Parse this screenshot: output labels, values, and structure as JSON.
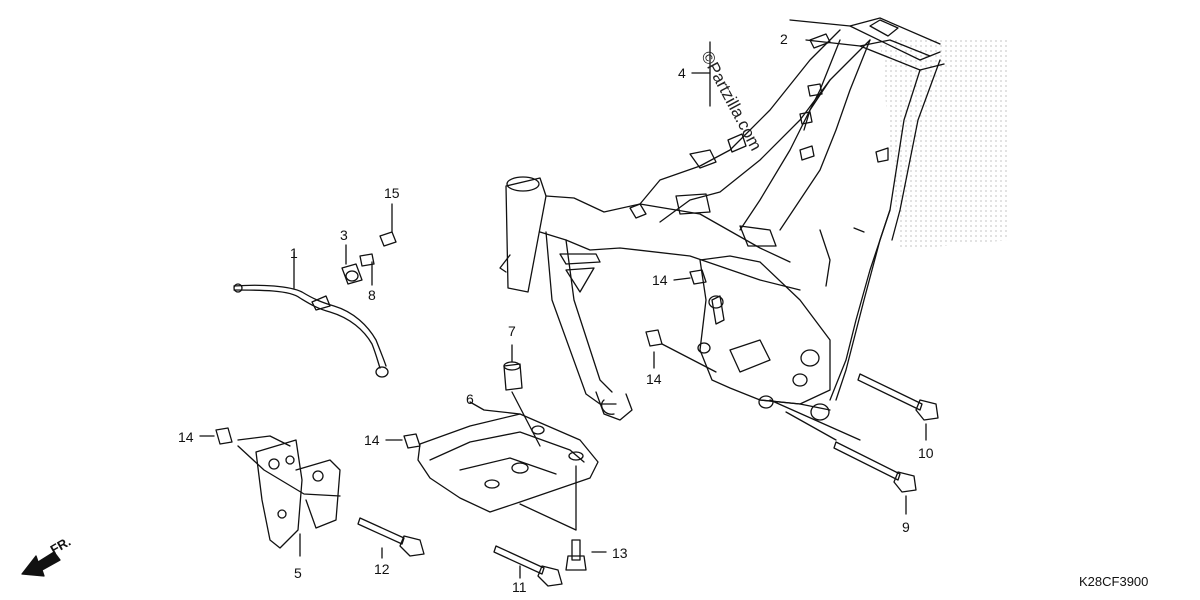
{
  "watermark": "©Partzilla.com",
  "diagram_code": "K28CF3900",
  "front_label": "FR.",
  "callouts": {
    "c1": "1",
    "c2": "2",
    "c3": "3",
    "c4": "4",
    "c5": "5",
    "c6": "6",
    "c7": "7",
    "c8": "8",
    "c9": "9",
    "c10": "10",
    "c11": "11",
    "c12": "12",
    "c13": "13",
    "c14a": "14",
    "c14b": "14",
    "c14c": "14",
    "c14d": "14",
    "c15": "15"
  }
}
